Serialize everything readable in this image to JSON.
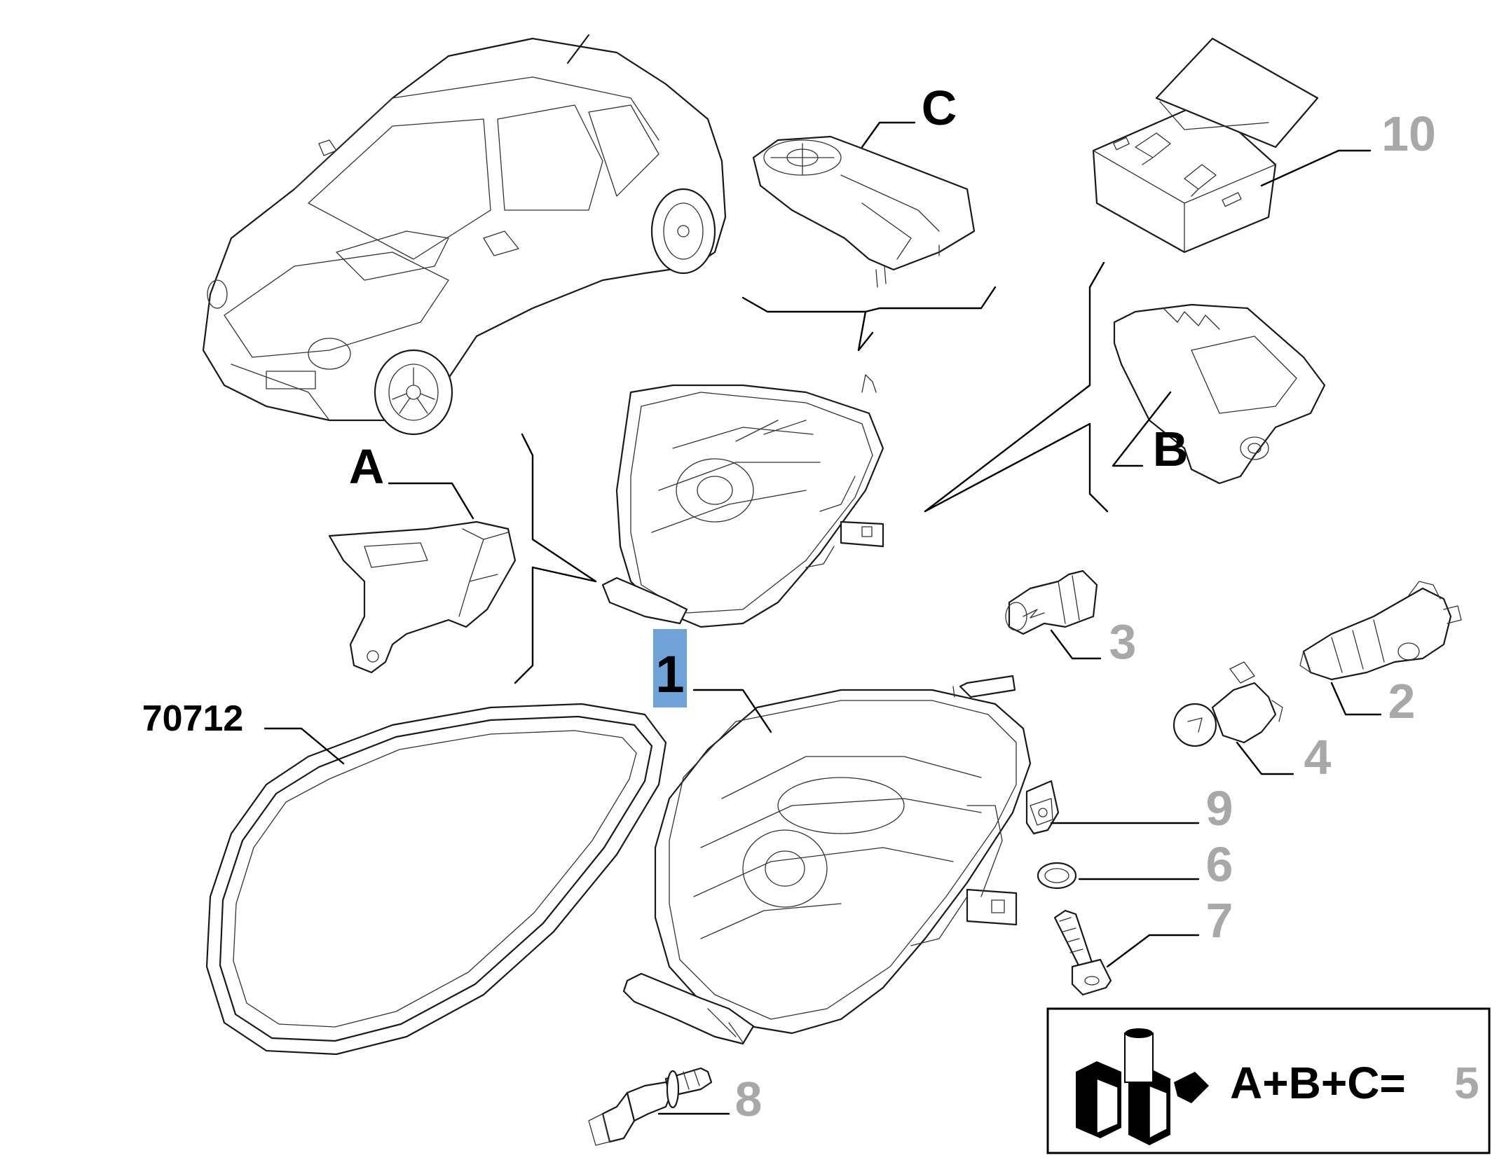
{
  "labels": {
    "l1": "1",
    "l2": "2",
    "l3": "3",
    "l4": "4",
    "l6": "6",
    "l7": "7",
    "l8": "8",
    "l9": "9",
    "l10": "10",
    "lA": "A",
    "lB": "B",
    "lC": "C",
    "l70712": "70712"
  },
  "kit_box": {
    "formula_text": "A+B+C=",
    "formula_value": "5"
  },
  "colors": {
    "highlight": "#6fa3d8",
    "label_black": "#000000",
    "label_gray": "#a8a8a8"
  },
  "icons": [
    "car-icon",
    "headlamp-assembly-icon",
    "bulb-kit-box-icon",
    "bracket-icon",
    "gasket-icon",
    "bolt-icon",
    "clip-icon",
    "bulb-icon",
    "washer-icon",
    "nut-clip-icon",
    "parts-kit-icon"
  ]
}
